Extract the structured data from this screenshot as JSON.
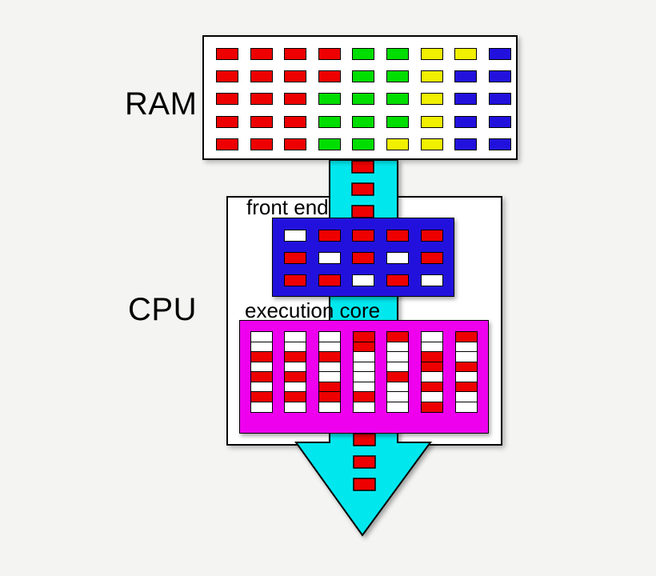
{
  "labels": {
    "ram": "RAM",
    "cpu": "CPU",
    "front_end": "front end",
    "execution_core": "execution core"
  },
  "colors": {
    "red": "#ee0000",
    "green": "#00dd00",
    "yellow": "#f0f000",
    "blue": "#2211dd",
    "cyan": "#00e8ee",
    "magenta": "#ee00ee",
    "white": "#ffffff",
    "border": "#000000",
    "page_bg": "#f4f4f3"
  },
  "ram_grid": {
    "rows": 5,
    "cols": 9,
    "cells": [
      [
        "R",
        "R",
        "R",
        "R",
        "G",
        "G",
        "Y",
        "Y",
        "B"
      ],
      [
        "R",
        "R",
        "R",
        "R",
        "G",
        "G",
        "Y",
        "B",
        "B"
      ],
      [
        "R",
        "R",
        "R",
        "G",
        "G",
        "G",
        "Y",
        "B",
        "B"
      ],
      [
        "R",
        "R",
        "R",
        "G",
        "G",
        "G",
        "Y",
        "B",
        "B"
      ],
      [
        "R",
        "R",
        "R",
        "G",
        "G",
        "Y",
        "Y",
        "B",
        "B"
      ]
    ]
  },
  "front_end_grid": {
    "rows": 3,
    "cols": 5,
    "cells": [
      [
        "W",
        "R",
        "R",
        "R",
        "R"
      ],
      [
        "R",
        "W",
        "R",
        "W",
        "R"
      ],
      [
        "R",
        "R",
        "W",
        "R",
        "W"
      ]
    ]
  },
  "execution_core": {
    "columns": 7,
    "slots_per_column": 8,
    "columns_top_to_bottom": [
      [
        "W",
        "W",
        "R",
        "W",
        "R",
        "W",
        "R",
        "W"
      ],
      [
        "W",
        "W",
        "R",
        "W",
        "R",
        "W",
        "R",
        "W"
      ],
      [
        "W",
        "W",
        "R",
        "W",
        "W",
        "R",
        "R",
        "W"
      ],
      [
        "R",
        "R",
        "W",
        "W",
        "W",
        "W",
        "R",
        "W"
      ],
      [
        "R",
        "W",
        "W",
        "W",
        "R",
        "W",
        "W",
        "W"
      ],
      [
        "W",
        "W",
        "R",
        "R",
        "W",
        "R",
        "W",
        "R"
      ],
      [
        "R",
        "W",
        "W",
        "R",
        "W",
        "R",
        "W",
        "W"
      ]
    ]
  },
  "flow": {
    "upper_tokens": 3,
    "lower_tokens": 3,
    "token_color": "R"
  }
}
